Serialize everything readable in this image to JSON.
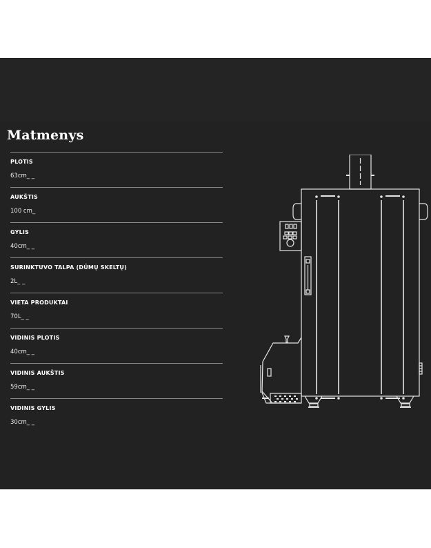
{
  "section": {
    "title": "Matmenys"
  },
  "specs": [
    {
      "label": "PLOTIS",
      "value": "63cm_ _"
    },
    {
      "label": "AUKŠTIS",
      "value": "100  cm_"
    },
    {
      "label": "GYLIS",
      "value": "40cm_ _"
    },
    {
      "label": "SURINKTUVO TALPA (DŪMŲ SKELTŲ)",
      "value": "2L_ _"
    },
    {
      "label": "VIETA PRODUKTAI",
      "value": "70L_ _"
    },
    {
      "label": "VIDINIS PLOTIS",
      "value": "40cm_ _"
    },
    {
      "label": "VIDINIS AUKŠTIS",
      "value": "59cm_ _"
    },
    {
      "label": "VIDINIS GYLIS",
      "value": "30cm_ _"
    }
  ],
  "illustration": {
    "name": "smoker-cabinet-line-drawing",
    "line_color": "#e8e8e8",
    "background_color": "#222222"
  }
}
